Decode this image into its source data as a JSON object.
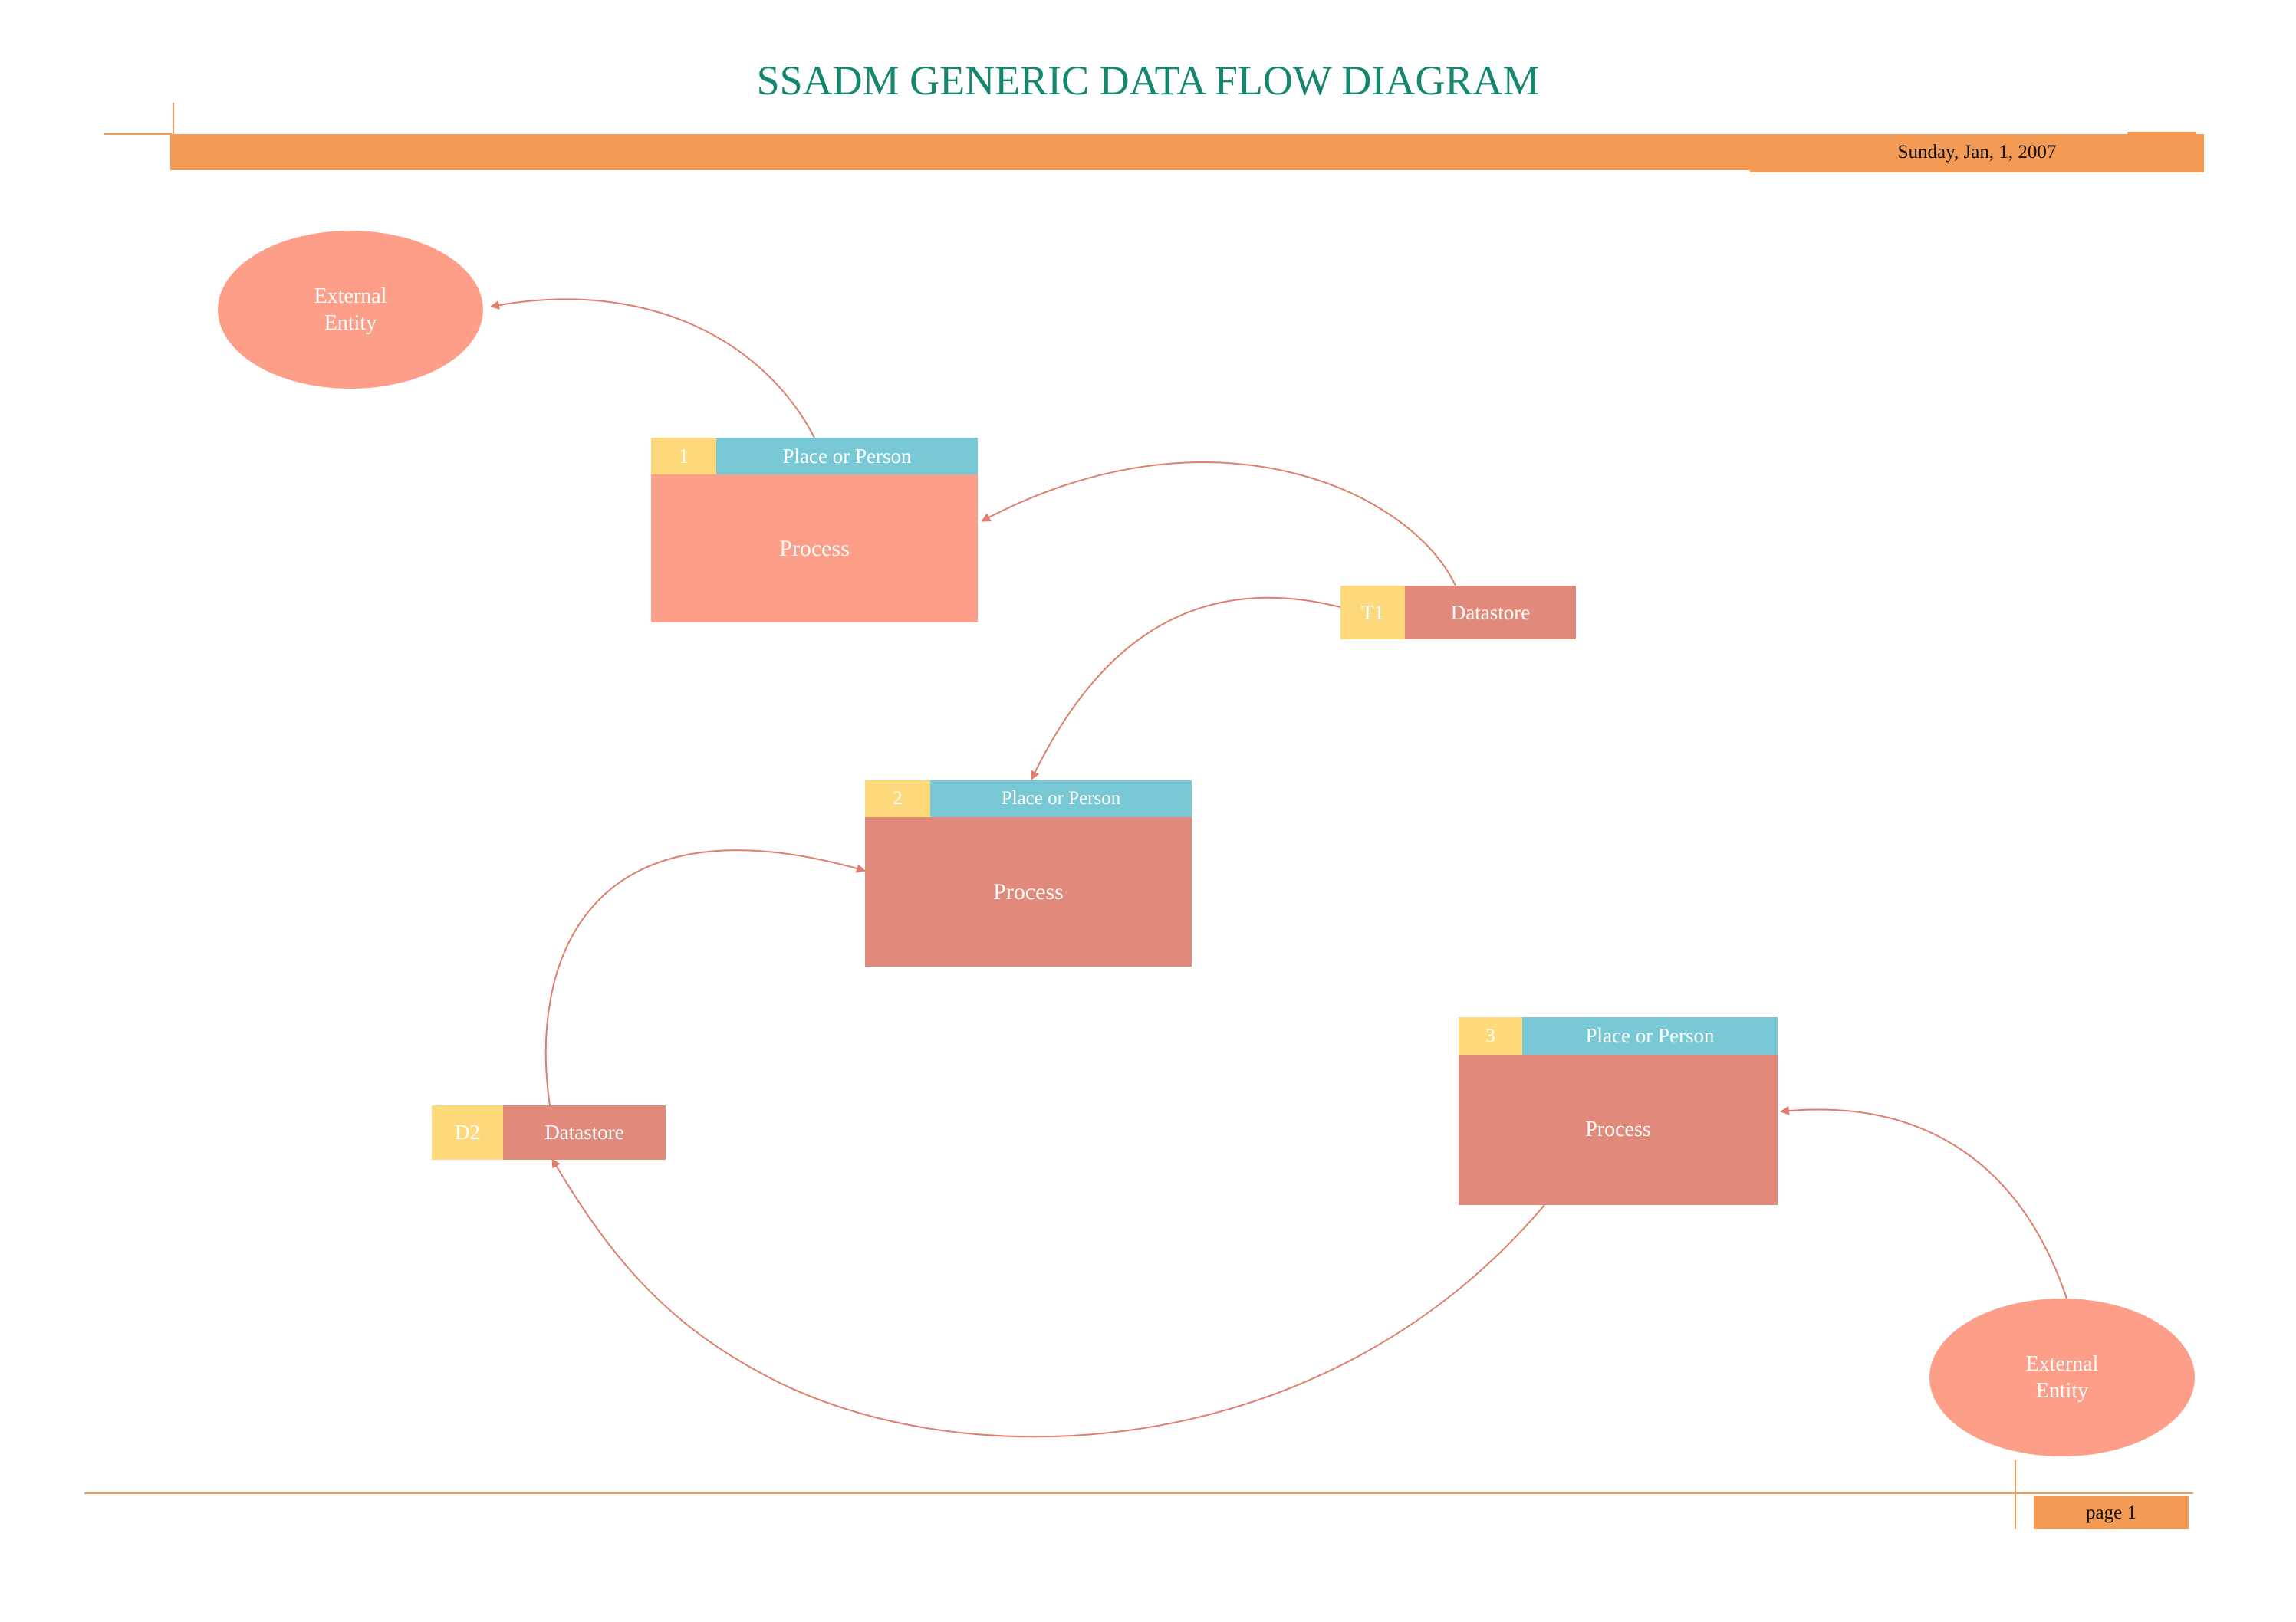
{
  "title": "SSADM GENERIC DATA FLOW DIAGRAM",
  "header": {
    "date": "Sunday, Jan, 1, 2007"
  },
  "footer": {
    "page": "page 1"
  },
  "external_entities": [
    {
      "line1": "External",
      "line2": "Entity"
    },
    {
      "line1": "External",
      "line2": "Entity"
    }
  ],
  "processes": [
    {
      "number": "1",
      "header": "Place or Person",
      "body": "Process"
    },
    {
      "number": "2",
      "header": "Place or Person",
      "body": "Process"
    },
    {
      "number": "3",
      "header": "Place or Person",
      "body": "Process"
    }
  ],
  "datastores": [
    {
      "id": "T1",
      "label": "Datastore"
    },
    {
      "id": "D2",
      "label": "Datastore"
    }
  ],
  "colors": {
    "title": "#16876f",
    "accent": "#f39b54",
    "entity": "#fd9e89",
    "process_header": "#79c8d5",
    "number_cell": "#fed97c",
    "datastore": "#e1897a",
    "flow": "#e07e6e"
  }
}
